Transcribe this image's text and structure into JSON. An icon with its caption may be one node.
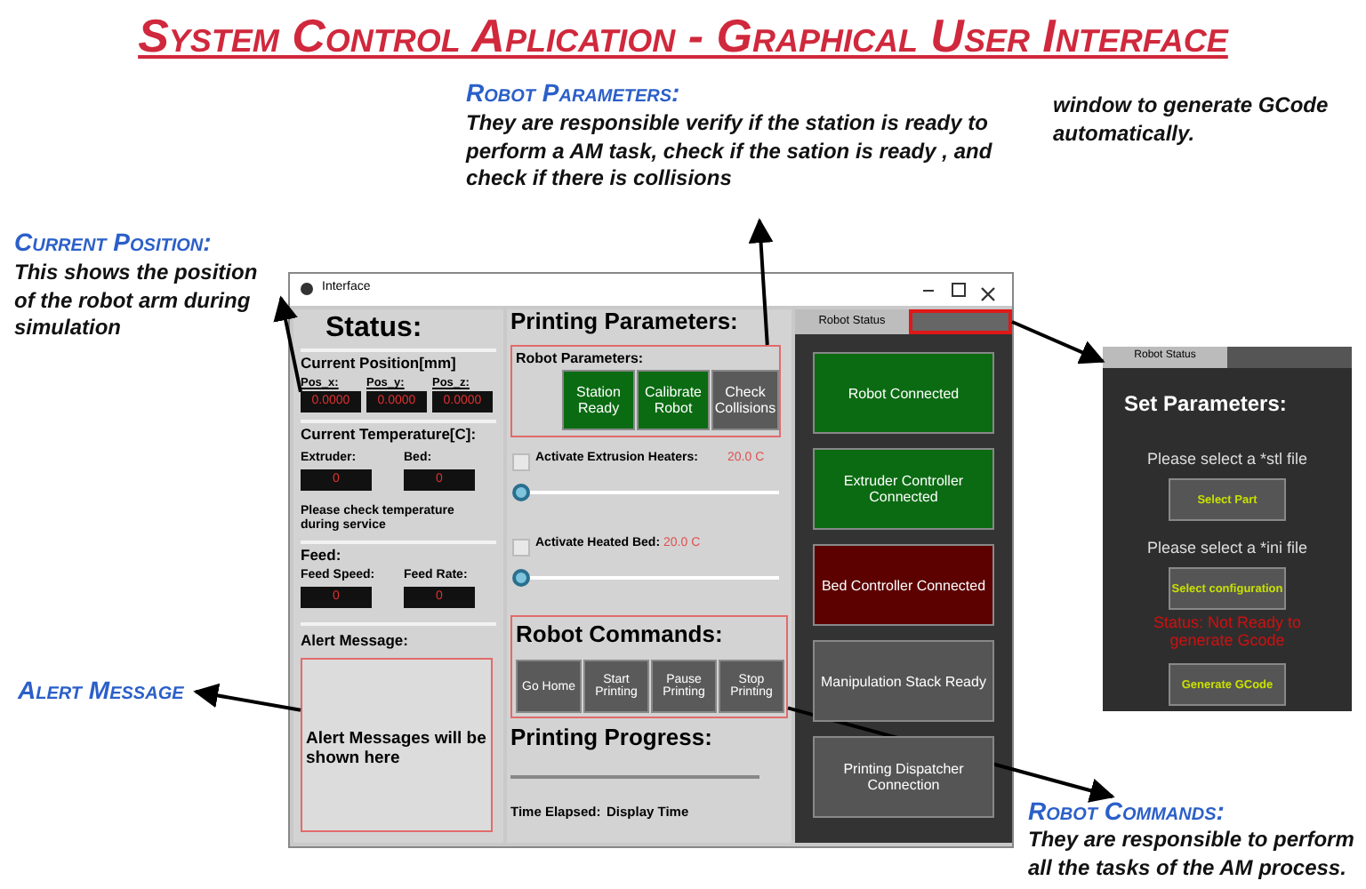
{
  "diagram": {
    "title": "System Control Aplication - Graphical User Interface",
    "nodes": [
      {
        "text": [
          "Current Position:",
          "This shows the position of the robot arm during simulation"
        ]
      },
      {
        "text": [
          "Robot Parameters:",
          "They are responsible verify if the station is ready to perform a AM task, check if the sation is ready , and check if there is collisions"
        ]
      },
      {
        "text": [
          "window to generate GCode automatically."
        ]
      },
      {
        "text": [
          "Interface"
        ]
      },
      {
        "text": [
          "Status:",
          "Current Temperature[C]:",
          "Please check temperature during service",
          "Feed:",
          "Alert Message:"
        ],
        "in": 3
      },
      {
        "text": [
          "Current Position[mm]"
        ],
        "in": 4
      },
      {
        "text": [
          "Pos_x:",
          "0.0000"
        ],
        "in": 5
      },
      {
        "text": [
          "Pos_y:",
          "0.0000"
        ],
        "in": 5
      },
      {
        "text": [
          "Pos_z:",
          "0.0000"
        ],
        "in": 5
      },
      {
        "text": [
          "Extruder:",
          "0"
        ],
        "in": 4
      },
      {
        "text": [
          "Bed:",
          "0"
        ],
        "in": 4
      },
      {
        "text": [
          "Feed Speed:",
          "0"
        ],
        "in": 4
      },
      {
        "text": [
          "Feed Rate:",
          "0"
        ],
        "in": 4
      },
      {
        "text": [
          "Alert Messages will be shown here"
        ],
        "in": 4
      },
      {
        "text": [
          "Printing Parameters:",
          "Activate Extrusion Heaters:",
          "20.0 C",
          "Activate Heated Bed:",
          "20.0 C",
          "Printing Progress:",
          "Time Elapsed:",
          "Display Time"
        ],
        "in": 3
      },
      {
        "text": [
          "Robot Parameters:"
        ],
        "in": 14
      },
      {
        "text": [
          "Station Ready"
        ],
        "in": 15
      },
      {
        "text": [
          "Calibrate Robot"
        ],
        "in": 15
      },
      {
        "text": [
          "Check Collisions"
        ],
        "in": 15
      },
      {
        "text": [
          "Robot Commands:"
        ],
        "in": 14
      },
      {
        "text": [
          "Go Home"
        ],
        "in": 19
      },
      {
        "text": [
          "Start Printing"
        ],
        "in": 19
      },
      {
        "text": [
          "Pause Printing"
        ],
        "in": 19
      },
      {
        "text": [
          "Stop Printing"
        ],
        "in": 19
      },
      {
        "text": [
          "Robot Status"
        ],
        "in": 3
      },
      {
        "text": [],
        "shape": "box",
        "in": 3
      },
      {
        "text": [],
        "shape": "box",
        "in": 3
      },
      {
        "text": [
          "Robot Connected"
        ],
        "in": 26
      },
      {
        "text": [
          "Extruder Controller Connected"
        ],
        "in": 26
      },
      {
        "text": [
          "Bed Controller Connected"
        ],
        "in": 26
      },
      {
        "text": [
          "Manipulation Stack Ready"
        ],
        "in": 26
      },
      {
        "text": [
          "Printing Dispatcher Connection"
        ],
        "in": 26
      },
      {
        "text": [
          "Set Parameters:",
          "Please select a *stl file",
          "Please select a *ini file",
          "Status: Not Ready to generate Gcode"
        ]
      },
      {
        "text": [
          "Robot Status"
        ],
        "in": 32
      },
      {
        "text": [
          "Select Part"
        ],
        "in": 32
      },
      {
        "text": [
          "Select configuration"
        ],
        "in": 32
      },
      {
        "text": [
          "Generate GCode"
        ],
        "in": 32
      },
      {
        "text": [
          "Alert Message"
        ]
      },
      {
        "text": [
          "Robot Commands:",
          "They are responsible to perform all the tasks of the AM process."
        ]
      }
    ],
    "edges": [
      {
        "from": 5,
        "to": 0,
        "arrow": "to"
      },
      {
        "from": 15,
        "to": 1,
        "arrow": "to"
      },
      {
        "from": 25,
        "to": 32,
        "arrow": "to"
      },
      {
        "from": 13,
        "to": 37,
        "arrow": "to"
      },
      {
        "from": 19,
        "to": 38,
        "arrow": "to"
      }
    ]
  }
}
